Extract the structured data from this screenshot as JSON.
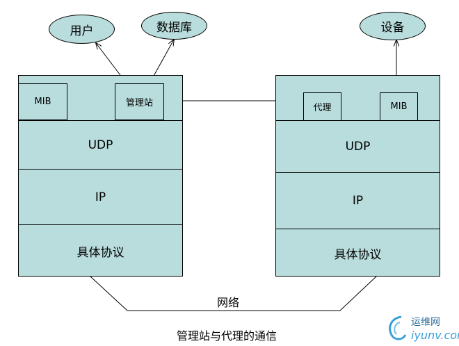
{
  "left": {
    "mib": "MIB",
    "manager": "管理站",
    "layers": [
      "UDP",
      "IP",
      "具体协议"
    ]
  },
  "right": {
    "agent": "代理",
    "mib": "MIB",
    "layers": [
      "UDP",
      "IP",
      "具体协议"
    ]
  },
  "ellipses": {
    "user": "用户",
    "database": "数据库",
    "device": "设备"
  },
  "network_label": "网络",
  "caption": "管理站与代理的通信",
  "watermark": {
    "cn": "运维网",
    "url": "iyunv.com"
  }
}
